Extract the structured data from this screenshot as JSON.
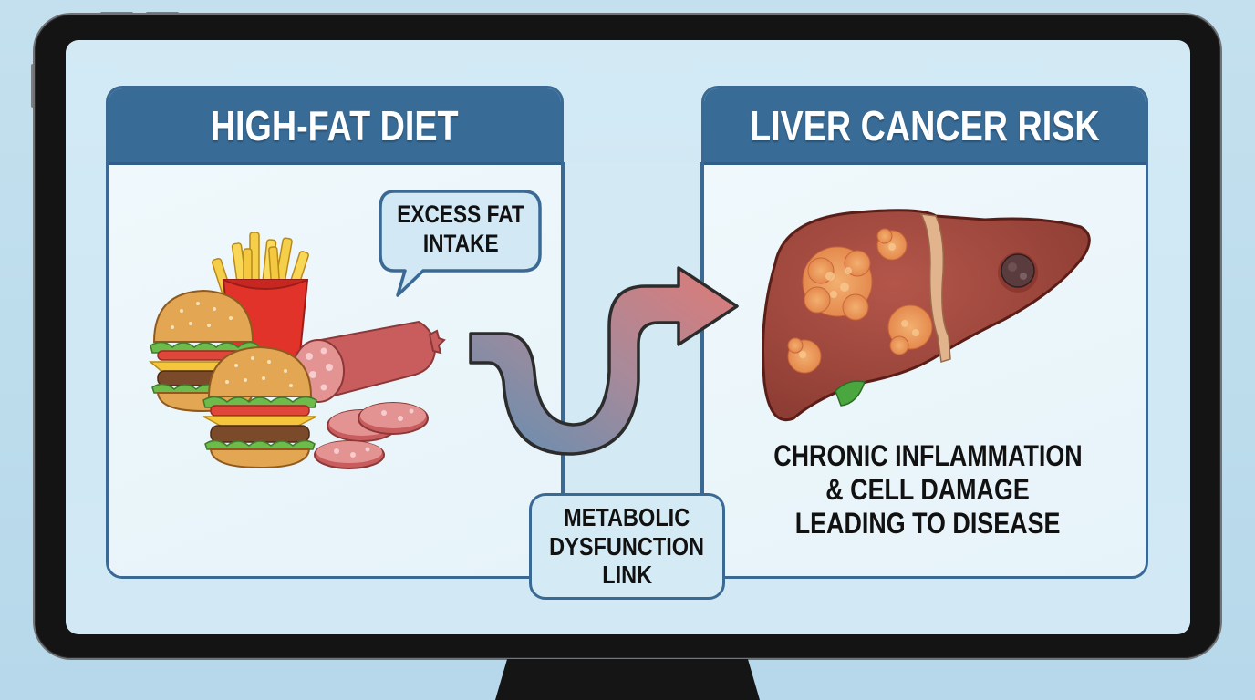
{
  "colors": {
    "background": "#c4e0ee",
    "bezel": "#141414",
    "screen": "#d3eaf5",
    "panel_header": "#386c97",
    "panel_border": "#3a6a94",
    "panel_body": "#eef7fb",
    "arrow_start": "#5f8fb3",
    "arrow_end": "#e07a76",
    "text_dark": "#111111",
    "text_light": "#ffffff"
  },
  "left_panel": {
    "title": "HIGH-FAT DIET",
    "bubble": {
      "line1": "EXCESS FAT",
      "line2": "INTAKE"
    },
    "illustration": [
      "burger-icon",
      "burger-icon",
      "fries-icon",
      "salami-icon",
      "salami-slice-icon"
    ]
  },
  "connector": {
    "label_line1": "METABOLIC",
    "label_line2": "DYSFUNCTION",
    "label_line3": "LINK",
    "arrow": "curved-arrow-icon"
  },
  "right_panel": {
    "title": "LIVER CANCER RISK",
    "illustration": "diseased-liver-icon",
    "description": {
      "line1": "CHRONIC INFLAMMATION",
      "line2": "& CELL DAMAGE",
      "line3": "LEADING TO DISEASE"
    }
  }
}
